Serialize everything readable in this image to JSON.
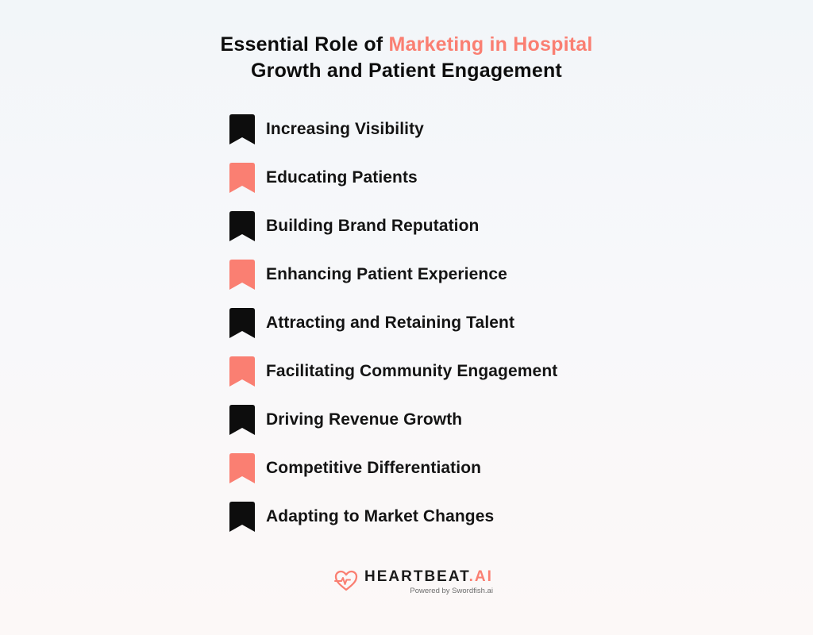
{
  "header": {
    "title_part1": "Essential Role of ",
    "title_accent": "Marketing in Hospital",
    "title_line2": "Growth and Patient Engagement"
  },
  "colors": {
    "accent": "#fa7f72",
    "dark": "#0d0d0d"
  },
  "items": [
    {
      "label": "Increasing Visibility",
      "icon": "bookmark-icon",
      "color": "dark"
    },
    {
      "label": "Educating Patients",
      "icon": "bookmark-icon",
      "color": "accent"
    },
    {
      "label": "Building Brand Reputation",
      "icon": "bookmark-icon",
      "color": "dark"
    },
    {
      "label": "Enhancing Patient Experience",
      "icon": "bookmark-icon",
      "color": "accent"
    },
    {
      "label": "Attracting and Retaining Talent",
      "icon": "bookmark-icon",
      "color": "dark"
    },
    {
      "label": "Facilitating Community Engagement",
      "icon": "bookmark-icon",
      "color": "accent"
    },
    {
      "label": "Driving Revenue Growth",
      "icon": "bookmark-icon",
      "color": "dark"
    },
    {
      "label": "Competitive Differentiation",
      "icon": "bookmark-icon",
      "color": "accent"
    },
    {
      "label": "Adapting to Market Changes",
      "icon": "bookmark-icon",
      "color": "dark"
    }
  ],
  "footer": {
    "brand_main": "HEARTBEAT",
    "brand_suffix": ".AI",
    "powered_by": "Powered by Swordfish.ai",
    "icon": "heart-pulse-icon"
  }
}
